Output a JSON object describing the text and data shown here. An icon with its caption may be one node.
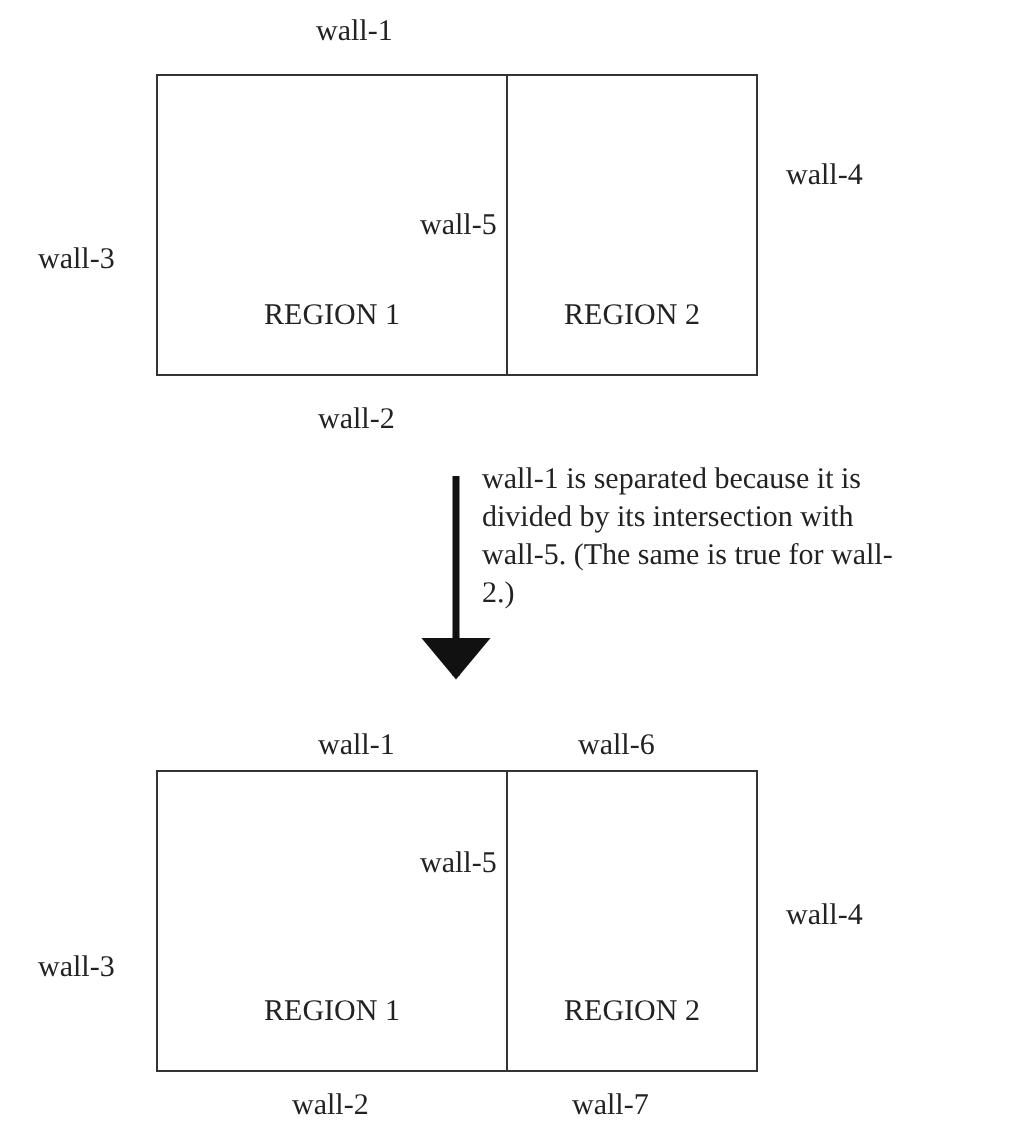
{
  "diagram": {
    "nodes": [
      {
        "text": [],
        "shape": "box"
      },
      {
        "text": [
          "REGION 1"
        ],
        "in": 0
      },
      {
        "text": [
          "REGION 2"
        ],
        "in": 0
      },
      {
        "text": [],
        "shape": "box"
      },
      {
        "text": [
          "REGION 1"
        ],
        "in": 3
      },
      {
        "text": [
          "REGION 2"
        ],
        "in": 3
      }
    ],
    "edges": [
      {
        "from": 0,
        "to": 3,
        "arrow": "to",
        "label": "wall-1 is separated because it is divided by its intersection with wall-5. (The same is true for wall-2.)"
      }
    ],
    "labels": [
      "wall-1",
      "wall-4",
      "wall-5",
      "wall-3",
      "wall-2",
      "wall-1",
      "wall-6",
      "wall-5",
      "wall-4",
      "wall-3",
      "wall-2",
      "wall-7"
    ]
  }
}
